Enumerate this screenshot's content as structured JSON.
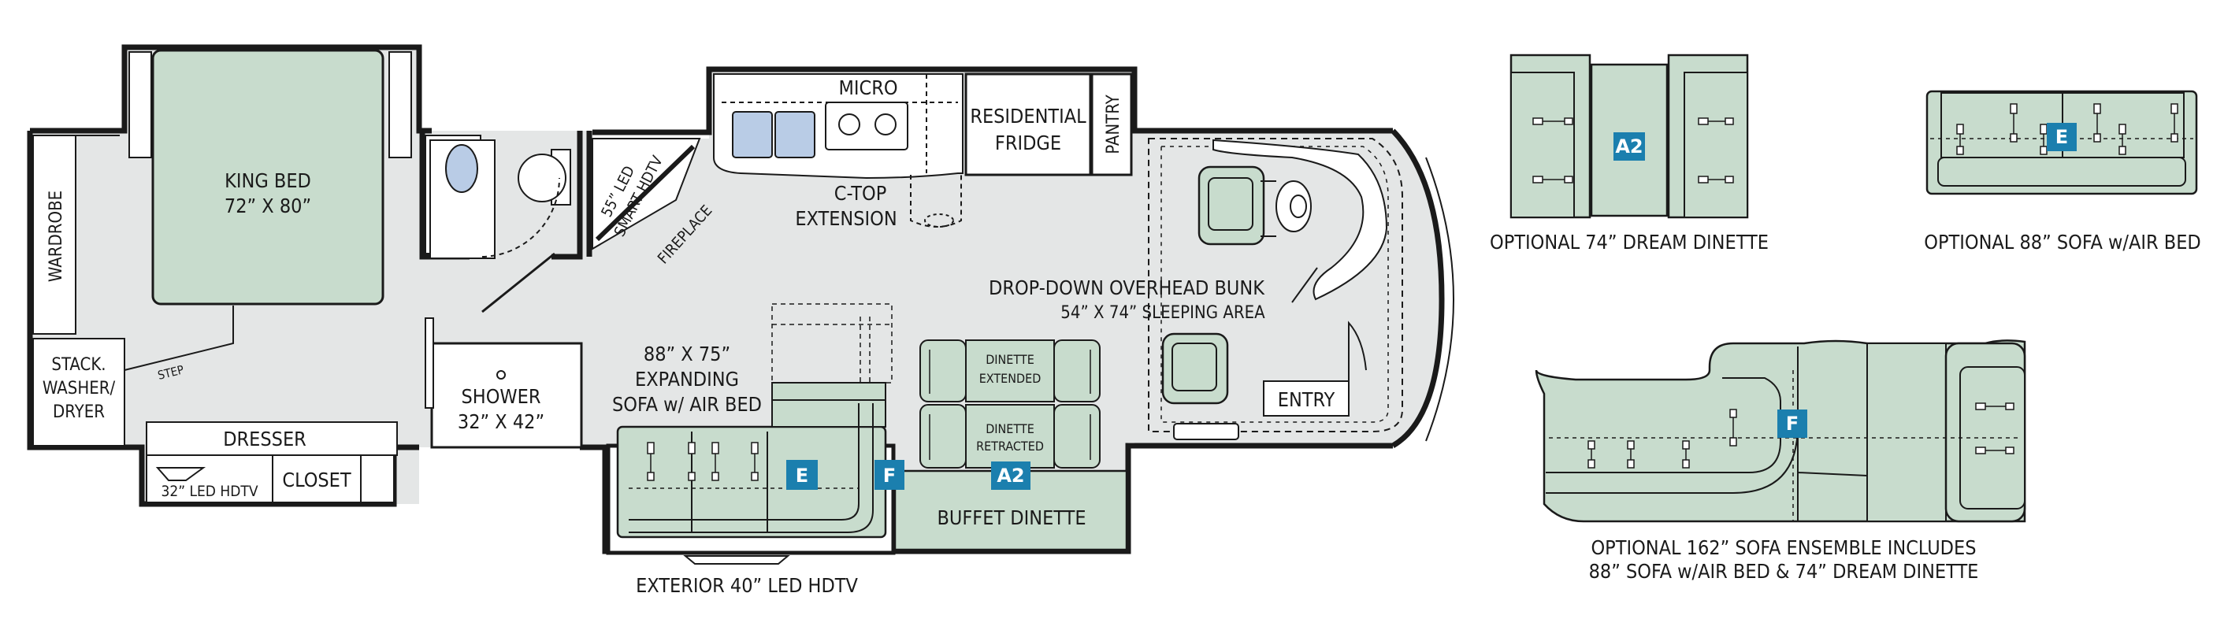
{
  "rooms": {
    "wardrobe": "WARDROBE",
    "king_bed": [
      "KING BED",
      "72” X 80”"
    ],
    "step": "STEP",
    "washer_dryer": [
      "STACK.",
      "WASHER/",
      "DRYER"
    ],
    "dresser": "DRESSER",
    "closet": "CLOSET",
    "bedroom_tv": "32” LED HDTV",
    "shower": [
      "SHOWER",
      "32” X 42”"
    ],
    "smart_tv": [
      "55” LED",
      "SMART HDTV"
    ],
    "fireplace": "FIREPLACE",
    "micro": "MICRO",
    "fridge": [
      "RESIDENTIAL",
      "FRIDGE"
    ],
    "pantry": "PANTRY",
    "ctop": [
      "C-TOP",
      "EXTENSION"
    ],
    "bunk": [
      "DROP-DOWN OVERHEAD BUNK",
      "54” X 74” SLEEPING AREA"
    ],
    "sofa": [
      "88” X 75”",
      "EXPANDING",
      "SOFA w/ AIR BED"
    ],
    "dinette_extended": [
      "DINETTE",
      "EXTENDED"
    ],
    "dinette_retracted": [
      "DINETTE",
      "RETRACTED"
    ],
    "buffet_dinette": "BUFFET DINETTE",
    "entry": "ENTRY",
    "exterior_tv": "EXTERIOR 40” LED HDTV"
  },
  "badges": {
    "e": "E",
    "f": "F",
    "a2": "A2"
  },
  "options": {
    "dream_dinette": "OPTIONAL 74” DREAM DINETTE",
    "sofa_air_bed": "OPTIONAL 88” SOFA w/AIR BED",
    "ensemble": [
      "OPTIONAL 162” SOFA ENSEMBLE INCLUDES",
      "88” SOFA w/AIR BED & 74” DREAM DINETTE"
    ]
  },
  "colors": {
    "wall": "#1a1a1a",
    "floor": "#e4e6e6",
    "furniture": "#c8dccd",
    "badge": "#1b7fae",
    "sink": "#b9cce6"
  }
}
